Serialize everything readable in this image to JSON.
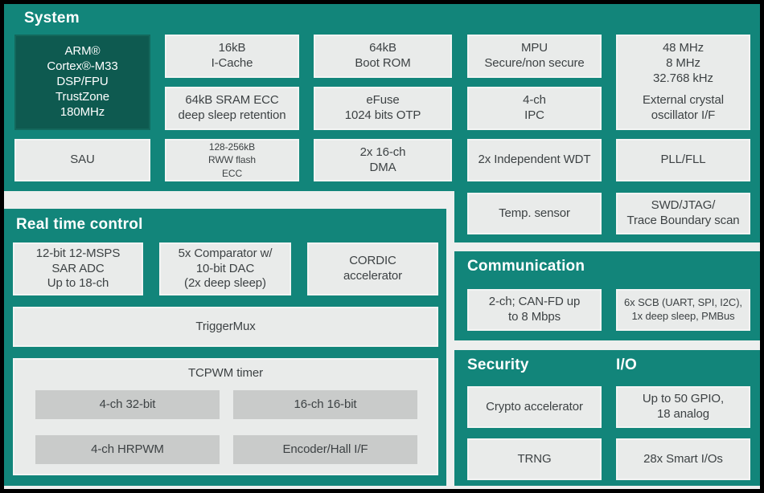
{
  "palette": {
    "teal": "#12857a",
    "dark_teal": "#0e5a50",
    "block_bg": "#e9ebea",
    "inner_block_bg": "#c9cbca",
    "page_bg": "#edefee",
    "frame": "#000000",
    "text": "#3d4244",
    "title_text": "#ffffff"
  },
  "sections": {
    "system": {
      "title": "System",
      "blocks": {
        "arm_core": "ARM®\nCortex®-M33\nDSP/FPU\nTrustZone\n180MHz",
        "sau": "SAU",
        "icache": "16kB\nI-Cache",
        "sram": "64kB SRAM ECC\ndeep sleep retention",
        "flash": "128-256kB\nRWW flash\nECC",
        "boot_rom": "64kB\nBoot ROM",
        "efuse": "eFuse\n1024 bits OTP",
        "dma": "2x 16-ch\nDMA",
        "mpu": "MPU\nSecure/non secure",
        "ipc": "4-ch\nIPC",
        "wdt": "2x Independent WDT",
        "temp_sensor": "Temp. sensor",
        "clock_freqs": "48 MHz\n8 MHz\n32.768 kHz",
        "clock_label": "External crystal\noscillator I/F",
        "pll": "PLL/FLL",
        "swd": "SWD/JTAG/\nTrace Boundary scan"
      }
    },
    "realtime": {
      "title": "Real time control",
      "blocks": {
        "adc": "12-bit 12-MSPS\nSAR ADC\nUp to 18-ch",
        "comparator": "5x Comparator w/\n10-bit DAC\n(2x deep sleep)",
        "cordic": "CORDIC\naccelerator",
        "triggermux": "TriggerMux",
        "tcpwm_title": "TCPWM timer",
        "tcpwm_32bit": "4-ch 32-bit",
        "tcpwm_16bit": "16-ch 16-bit",
        "tcpwm_hrpwm": "4-ch HRPWM",
        "tcpwm_encoder": "Encoder/Hall I/F"
      }
    },
    "communication": {
      "title": "Communication",
      "blocks": {
        "canfd": "2-ch; CAN-FD up\nto 8 Mbps",
        "scb": "6x SCB (UART, SPI, I2C),\n1x deep sleep, PMBus"
      }
    },
    "security": {
      "title": "Security",
      "blocks": {
        "crypto": "Crypto accelerator",
        "trng": "TRNG"
      }
    },
    "io": {
      "title": "I/O",
      "blocks": {
        "gpio": "Up to 50 GPIO,\n18 analog",
        "smart_io": "28x Smart I/Os"
      }
    }
  }
}
